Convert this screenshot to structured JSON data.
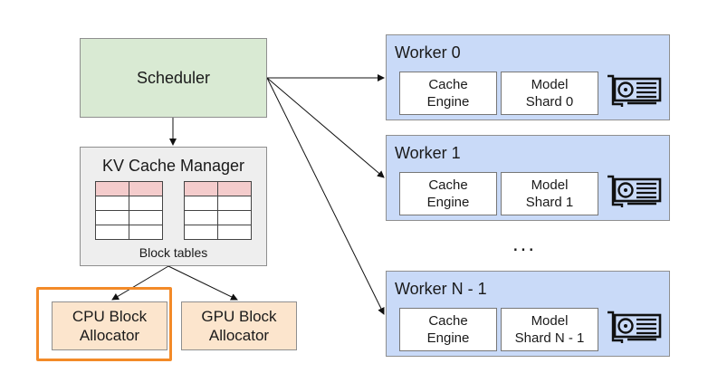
{
  "scheduler": {
    "label": "Scheduler"
  },
  "kv_cache_manager": {
    "title": "KV Cache Manager",
    "caption": "Block tables"
  },
  "allocators": [
    {
      "line1": "CPU Block",
      "line2": "Allocator"
    },
    {
      "line1": "GPU Block",
      "line2": "Allocator"
    }
  ],
  "workers": [
    {
      "title": "Worker 0",
      "cache_line1": "Cache",
      "cache_line2": "Engine",
      "model_line1": "Model",
      "model_line2": "Shard 0",
      "icon": "gpu-card-icon"
    },
    {
      "title": "Worker 1",
      "cache_line1": "Cache",
      "cache_line2": "Engine",
      "model_line1": "Model",
      "model_line2": "Shard 1",
      "icon": "gpu-card-icon"
    },
    {
      "title": "Worker N - 1",
      "cache_line1": "Cache",
      "cache_line2": "Engine",
      "model_line1": "Model",
      "model_line2": "Shard N - 1",
      "icon": "gpu-card-icon"
    }
  ],
  "ellipsis": "...",
  "colors": {
    "scheduler_fill": "#d9ead3",
    "manager_fill": "#eeeeee",
    "allocator_fill": "#fce5cd",
    "worker_fill": "#c9daf8",
    "table_header_fill": "#f4cccc",
    "highlight_border": "#f38a28"
  }
}
